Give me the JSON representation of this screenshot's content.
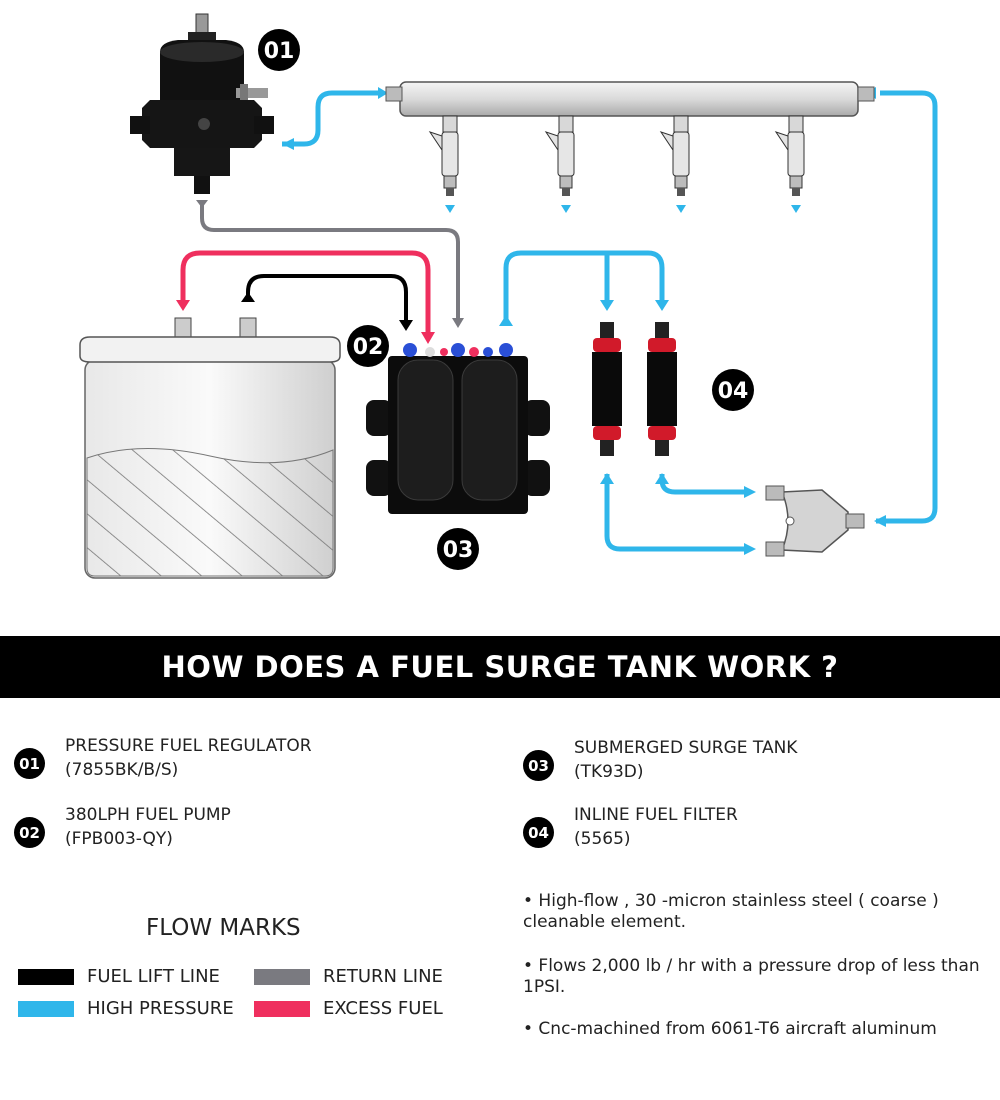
{
  "colors": {
    "lift_line": "#000000",
    "return_line": "#7a7a80",
    "high_pressure": "#2fb6ea",
    "excess_fuel": "#ef2f5e",
    "banner_bg": "#000000"
  },
  "badges": [
    "01",
    "02",
    "03",
    "04"
  ],
  "banner": {
    "title": "HOW DOES A FUEL SURGE TANK WORK ?"
  },
  "components": [
    {
      "num": "01",
      "name": "PRESSURE FUEL REGULATOR",
      "code": "(7855BK/B/S)"
    },
    {
      "num": "02",
      "name": "380LPH FUEL PUMP",
      "code": "(FPB003-QY)"
    },
    {
      "num": "03",
      "name": "SUBMERGED SURGE TANK",
      "code": "(TK93D)"
    },
    {
      "num": "04",
      "name": "INLINE FUEL FILTER",
      "code": "(5565)"
    }
  ],
  "flow_marks": {
    "title": "FLOW MARKS",
    "items": [
      {
        "label": "FUEL LIFT LINE",
        "color": "#000000"
      },
      {
        "label": "RETURN LINE",
        "color": "#7a7a80"
      },
      {
        "label": "HIGH PRESSURE",
        "color": "#2fb6ea"
      },
      {
        "label": "EXCESS FUEL",
        "color": "#ef2f5e"
      }
    ]
  },
  "bullets": [
    "• High-flow , 30 -micron stainless steel ( coarse ) cleanable element.",
    "• Flows 2,000 lb / hr with a pressure drop of less than 1PSI.",
    "• Cnc-machined from 6061-T6 aircraft aluminum"
  ]
}
